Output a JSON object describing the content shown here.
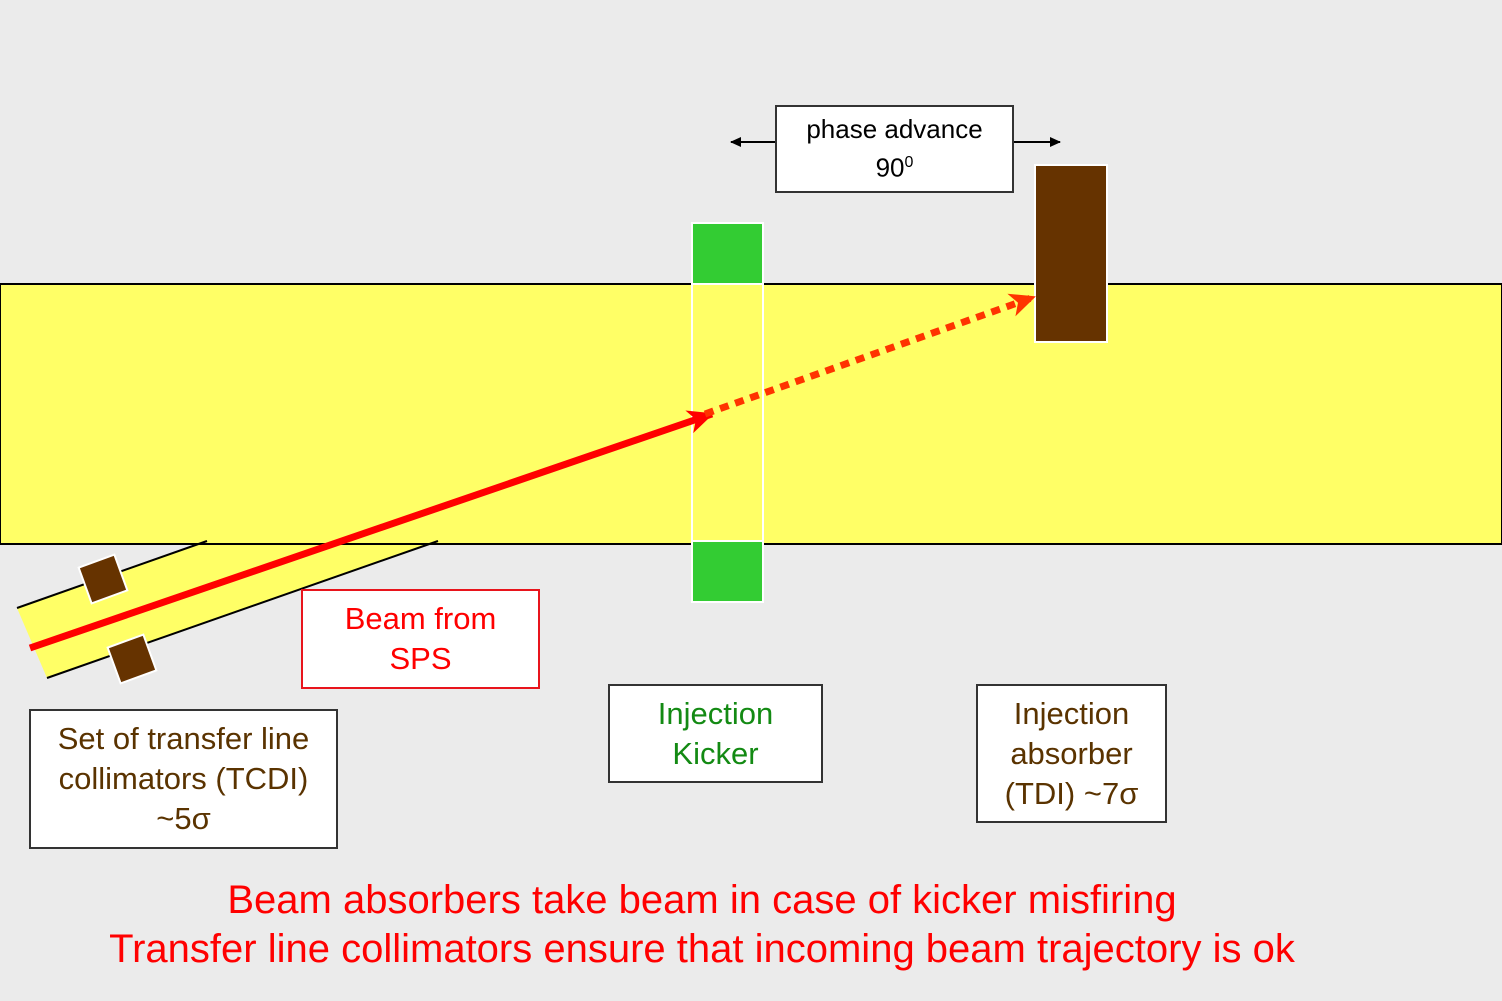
{
  "phase_box": {
    "line1": "phase advance",
    "value": "90",
    "superscript": "0"
  },
  "beam_box": {
    "line1": "Beam from",
    "line2": "SPS"
  },
  "tcdi_box": {
    "line1": "Set of transfer line",
    "line2": "collimators (TCDI)",
    "line3": "~5σ"
  },
  "kicker_box": {
    "line1": "Injection",
    "line2": "Kicker"
  },
  "tdi_box": {
    "line1": "Injection",
    "line2": "absorber",
    "line3": "(TDI) ~7σ"
  },
  "footer": {
    "line1": "Beam absorbers take beam in case of kicker misfiring",
    "line2": "Transfer line collimators ensure that incoming beam trajectory is ok"
  },
  "colors": {
    "background": "#ebebeb",
    "ring": "#ffff66",
    "kicker": "#33cc33",
    "absorber": "#663300",
    "beam": "#ff0000",
    "beam_dashed": "#ff3300",
    "kicker_text": "#138a13",
    "absorber_text": "#5a3300"
  }
}
